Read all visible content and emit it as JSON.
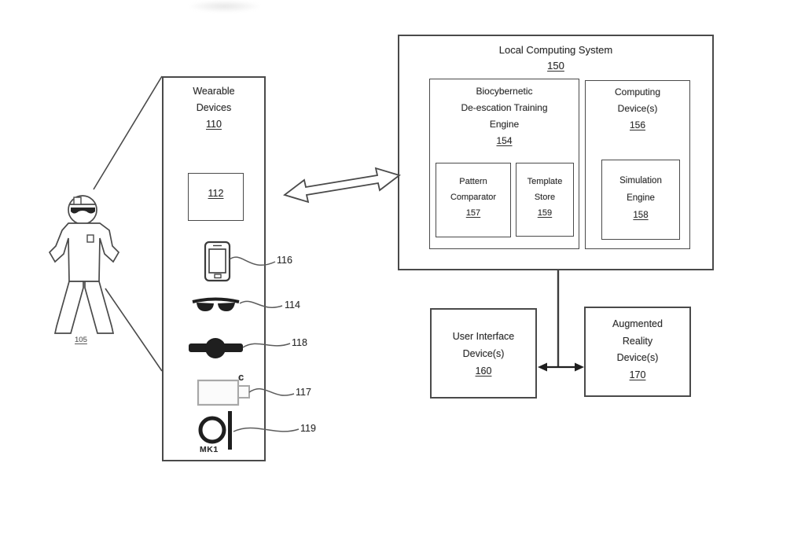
{
  "colors": {
    "ink": "#4a4a4a",
    "icon_black": "#1f1f1f",
    "camera_gray": "#a8a8a8"
  },
  "person": {
    "ref": "105"
  },
  "wearable": {
    "title1": "Wearable",
    "title2": "Devices",
    "ref": "110",
    "sensor_ref": "112",
    "items": [
      {
        "name": "smartphone",
        "ref": "116"
      },
      {
        "name": "smart-glasses",
        "ref": "114"
      },
      {
        "name": "smartwatch",
        "ref": "118"
      },
      {
        "name": "body-camera",
        "ref": "117",
        "mark": "c"
      },
      {
        "name": "ear-device",
        "ref": "119",
        "caption": "MK1"
      }
    ]
  },
  "lcs": {
    "title": "Local Computing System",
    "ref": "150",
    "engine": {
      "l1": "Biocybernetic",
      "l2": "De-escation Training",
      "l3": "Engine",
      "ref": "154"
    },
    "pattern": {
      "l1": "Pattern",
      "l2": "Comparator",
      "ref": "157"
    },
    "template": {
      "l1": "Template",
      "l2": "Store",
      "ref": "159"
    },
    "computing": {
      "l1": "Computing",
      "l2": "Device(s)",
      "ref": "156"
    },
    "simulation": {
      "l1": "Simulation",
      "l2": "Engine",
      "ref": "158"
    }
  },
  "uid": {
    "l1": "User Interface",
    "l2": "Device(s)",
    "ref": "160"
  },
  "ar": {
    "l1": "Augmented",
    "l2": "Reality",
    "l3": "Device(s)",
    "ref": "170"
  }
}
